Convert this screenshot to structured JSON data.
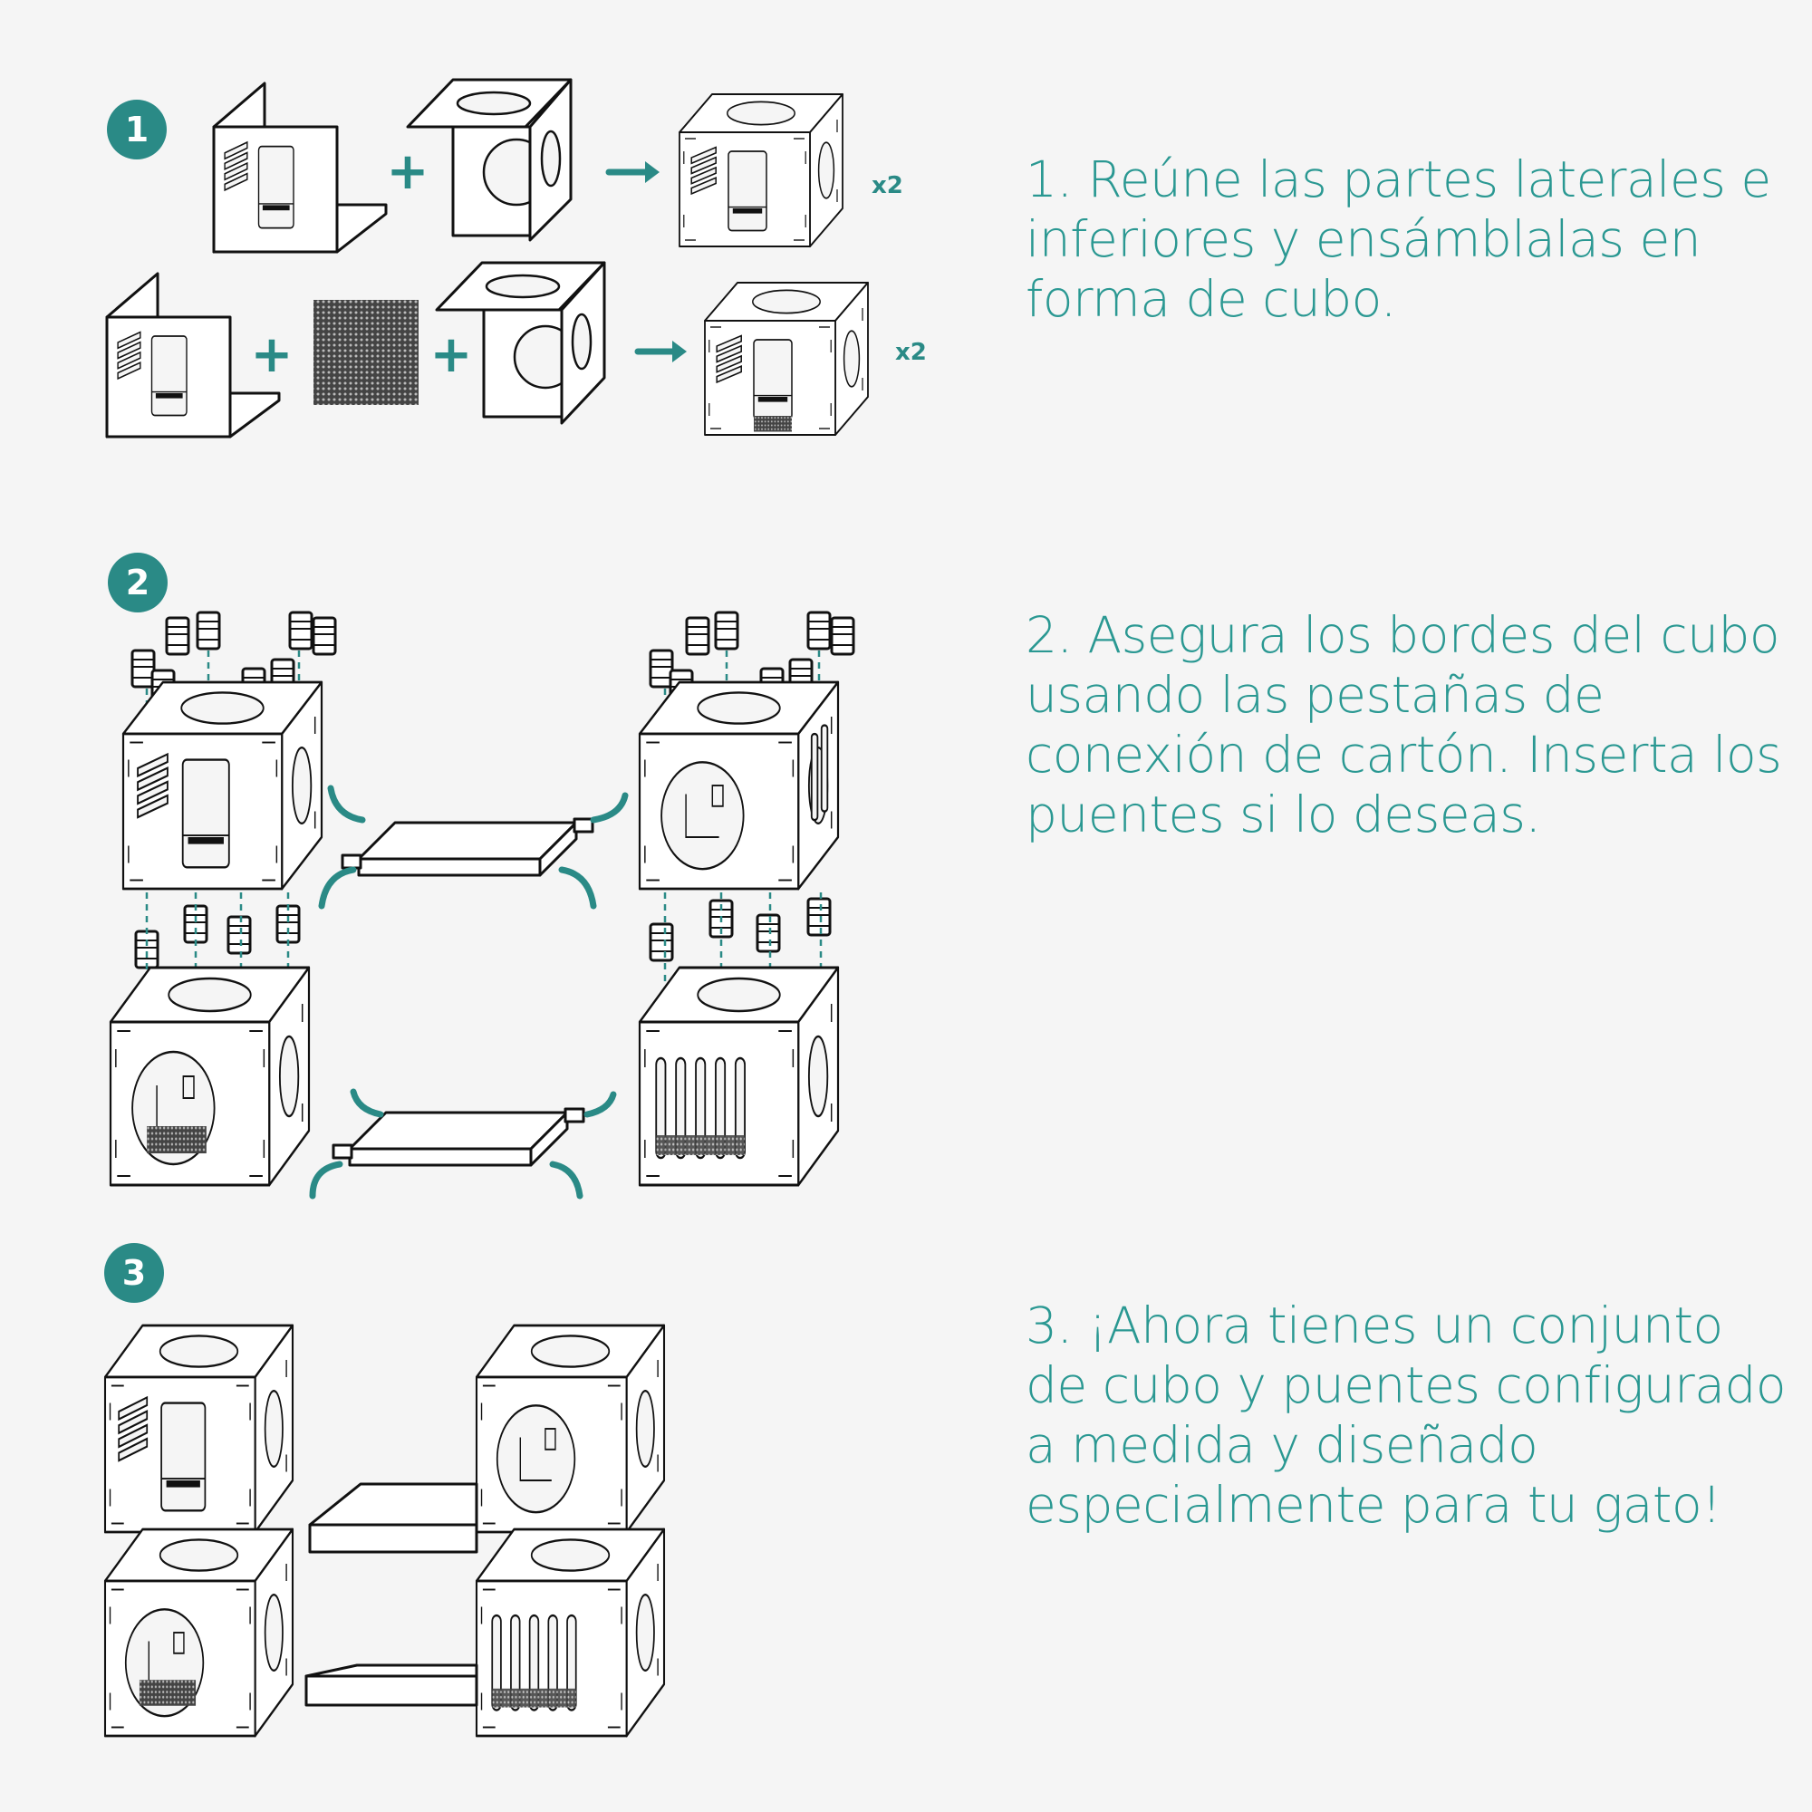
{
  "steps": [
    {
      "badge": "1",
      "text": "1. Reúne las partes laterales e inferiores y ensámblalas en forma de cubo.",
      "multipliers": [
        "x2",
        "x2"
      ]
    },
    {
      "badge": "2",
      "text": "2. Asegura los bordes del cubo usando las pestañas de conexión de cartón. Inserta los puentes si lo deseas."
    },
    {
      "badge": "3",
      "text": "3. ¡Ahora tienes un conjunto de cubo y puentes configurado a medida y diseñado especialmente para tu gato!"
    }
  ],
  "symbols": {
    "plus": "+",
    "arrow": "→"
  },
  "colors": {
    "accent": "#2a8a86",
    "text": "#2a9892",
    "background": "#f5f5f5",
    "ink": "#111111"
  }
}
